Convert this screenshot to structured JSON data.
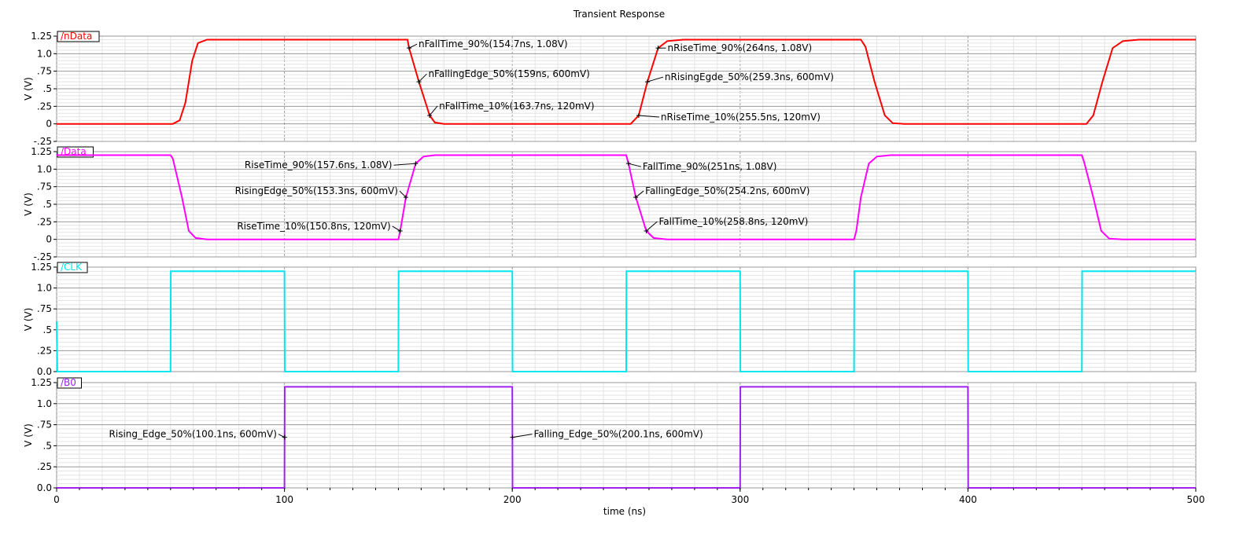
{
  "chart_data": {
    "type": "line",
    "title": "Transient Response",
    "xlabel": "time (ns)",
    "xlim": [
      0,
      500
    ],
    "x_ticks": [
      "0",
      "100",
      "200",
      "300",
      "400",
      "500"
    ],
    "grid": true,
    "panels": [
      {
        "name": "/nData",
        "color": "#ff0000",
        "ylabel": "V (V)",
        "ylim": [
          -0.25,
          1.25
        ],
        "y_ticks": [
          "1.25",
          "1.0",
          ".75",
          ".5",
          ".25",
          "0",
          "-.25"
        ],
        "points": [
          [
            0,
            0
          ],
          [
            51,
            0
          ],
          [
            54,
            0.05
          ],
          [
            56.5,
            0.3
          ],
          [
            58,
            0.6
          ],
          [
            59.5,
            0.9
          ],
          [
            62,
            1.15
          ],
          [
            66,
            1.2
          ],
          [
            154,
            1.2
          ],
          [
            154.7,
            1.08
          ],
          [
            159,
            0.6
          ],
          [
            163.7,
            0.12
          ],
          [
            166,
            0.02
          ],
          [
            170,
            0
          ],
          [
            252,
            0
          ],
          [
            255.5,
            0.12
          ],
          [
            259.3,
            0.6
          ],
          [
            264,
            1.08
          ],
          [
            268,
            1.18
          ],
          [
            275,
            1.2
          ],
          [
            353,
            1.2
          ],
          [
            355,
            1.1
          ],
          [
            359,
            0.6
          ],
          [
            363.5,
            0.12
          ],
          [
            367,
            0.01
          ],
          [
            372,
            0
          ],
          [
            452,
            0
          ],
          [
            455,
            0.12
          ],
          [
            459,
            0.6
          ],
          [
            463.5,
            1.08
          ],
          [
            468,
            1.18
          ],
          [
            475,
            1.2
          ],
          [
            500,
            1.2
          ]
        ],
        "annotations": [
          {
            "label": "nFallTime_90%(154.7ns, 1.08V)",
            "x": 154.7,
            "y": 1.08
          },
          {
            "label": "nFallingEdge_50%(159ns, 600mV)",
            "x": 159,
            "y": 0.6
          },
          {
            "label": "nFallTime_10%(163.7ns, 120mV)",
            "x": 163.7,
            "y": 0.12
          },
          {
            "label": "nRiseTime_90%(264ns, 1.08V)",
            "x": 264,
            "y": 1.08
          },
          {
            "label": "nRisingEgde_50%(259.3ns, 600mV)",
            "x": 259.3,
            "y": 0.6
          },
          {
            "label": "nRiseTime_10%(255.5ns, 120mV)",
            "x": 255.5,
            "y": 0.12
          }
        ]
      },
      {
        "name": "/Data",
        "color": "#ff00ff",
        "ylabel": "V (V)",
        "ylim": [
          -0.25,
          1.25
        ],
        "y_ticks": [
          "1.25",
          "1.0",
          ".75",
          ".5",
          ".25",
          "0",
          "-.25"
        ],
        "points": [
          [
            0,
            1.2
          ],
          [
            50,
            1.2
          ],
          [
            51,
            1.15
          ],
          [
            55,
            0.6
          ],
          [
            58,
            0.12
          ],
          [
            61,
            0.02
          ],
          [
            66,
            0
          ],
          [
            150,
            0
          ],
          [
            150.8,
            0.12
          ],
          [
            153.3,
            0.6
          ],
          [
            157.6,
            1.08
          ],
          [
            161,
            1.18
          ],
          [
            166,
            1.2
          ],
          [
            250,
            1.2
          ],
          [
            251,
            1.08
          ],
          [
            254.2,
            0.6
          ],
          [
            258.8,
            0.12
          ],
          [
            262,
            0.02
          ],
          [
            268,
            0
          ],
          [
            350,
            0
          ],
          [
            351,
            0.12
          ],
          [
            353,
            0.6
          ],
          [
            356.5,
            1.08
          ],
          [
            360,
            1.18
          ],
          [
            366,
            1.2
          ],
          [
            450,
            1.2
          ],
          [
            451,
            1.1
          ],
          [
            455,
            0.6
          ],
          [
            458.5,
            0.12
          ],
          [
            462,
            0.01
          ],
          [
            468,
            0
          ],
          [
            500,
            0
          ]
        ],
        "annotations": [
          {
            "label": "RiseTime_90%(157.6ns, 1.08V)",
            "x": 157.6,
            "y": 1.08
          },
          {
            "label": "RisingEdge_50%(153.3ns, 600mV)",
            "x": 153.3,
            "y": 0.6
          },
          {
            "label": "RiseTime_10%(150.8ns, 120mV)",
            "x": 150.8,
            "y": 0.12
          },
          {
            "label": "FallTime_90%(251ns, 1.08V)",
            "x": 251,
            "y": 1.08
          },
          {
            "label": "FallingEdge_50%(254.2ns, 600mV)",
            "x": 254.2,
            "y": 0.6
          },
          {
            "label": "FallTime_10%(258.8ns, 120mV)",
            "x": 258.8,
            "y": 0.12
          }
        ]
      },
      {
        "name": "/CLK",
        "color": "#00e5ee",
        "ylabel": "V (V)",
        "ylim": [
          0,
          1.25
        ],
        "y_ticks": [
          "1.25",
          "1.0",
          ".75",
          ".5",
          ".25",
          "0.0"
        ],
        "points": [
          [
            0,
            0.6
          ],
          [
            0.3,
            0
          ],
          [
            50,
            0
          ],
          [
            50.1,
            1.2
          ],
          [
            100,
            1.2
          ],
          [
            100.1,
            0
          ],
          [
            150,
            0
          ],
          [
            150.1,
            1.2
          ],
          [
            200,
            1.2
          ],
          [
            200.1,
            0
          ],
          [
            250,
            0
          ],
          [
            250.1,
            1.2
          ],
          [
            300,
            1.2
          ],
          [
            300.1,
            0
          ],
          [
            350,
            0
          ],
          [
            350.1,
            1.2
          ],
          [
            400,
            1.2
          ],
          [
            400.1,
            0
          ],
          [
            450,
            0
          ],
          [
            450.1,
            1.2
          ],
          [
            500,
            1.2
          ]
        ],
        "annotations": []
      },
      {
        "name": "/B0",
        "color": "#a020f0",
        "ylabel": "V (V)",
        "ylim": [
          0,
          1.25
        ],
        "y_ticks": [
          "1.25",
          "1.0",
          ".75",
          ".5",
          ".25",
          "0.0"
        ],
        "points": [
          [
            0,
            0
          ],
          [
            100,
            0
          ],
          [
            100.1,
            1.2
          ],
          [
            200,
            1.2
          ],
          [
            200.1,
            0
          ],
          [
            300,
            0
          ],
          [
            300.1,
            1.2
          ],
          [
            400,
            1.2
          ],
          [
            400.1,
            0
          ],
          [
            500,
            0
          ]
        ],
        "annotations": [
          {
            "label": "Rising_Edge_50%(100.1ns, 600mV)",
            "x": 100.1,
            "y": 0.6
          },
          {
            "label": "Falling_Edge_50%(200.1ns, 600mV)",
            "x": 200.1,
            "y": 0.6
          }
        ]
      }
    ]
  }
}
